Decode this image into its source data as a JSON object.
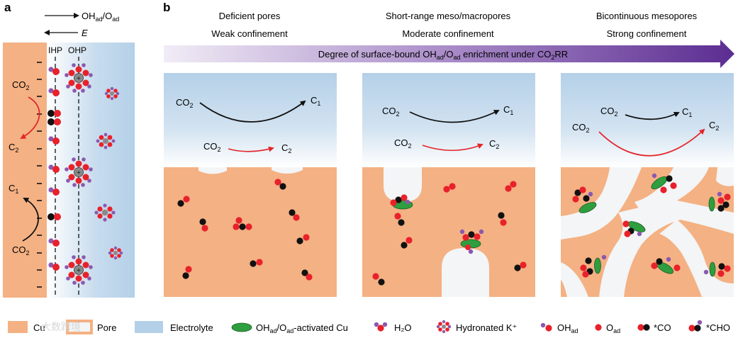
{
  "panel_a": {
    "label": "a",
    "legend_arrow1_main": "OH",
    "legend_arrow1_sub1": "ad",
    "legend_arrow1_sep": "/O",
    "legend_arrow1_sub2": "ad",
    "legend_arrow2": "E",
    "ihp": "IHP",
    "ohp": "OHP",
    "co2_top_main": "CO",
    "co2_top_sub": "2",
    "c2_main": "C",
    "c2_sub": "2",
    "c1_main": "C",
    "c1_sub": "1",
    "co2_bot_main": "CO",
    "co2_bot_sub": "2"
  },
  "panel_b": {
    "label": "b",
    "col1_line1": "Deficient pores",
    "col1_line2": "Weak confinement",
    "col2_line1": "Short-range meso/macropores",
    "col2_line2": "Moderate confinement",
    "col3_line1": "Bicontinuous mesopores",
    "col3_line2": "Strong confinement",
    "arrow_text_1": "Degree of surface-bound OH",
    "arrow_sub_1": "ad",
    "arrow_text_2": "/O",
    "arrow_sub_2": "ad",
    "arrow_text_3": " enrichment under CO",
    "arrow_sub_3": "2",
    "arrow_text_4": "RR",
    "co2_main": "CO",
    "co2_sub": "2",
    "c1_main": "C",
    "c1_sub": "1",
    "c2_main": "C",
    "c2_sub": "2"
  },
  "legend": {
    "cu": "Cu",
    "pore": "Pore",
    "electrolyte": "Electrolyte",
    "activated_main": "OH",
    "activated_sub1": "ad",
    "activated_sep": "/O",
    "activated_sub2": "ad",
    "activated_rest": "-activated Cu",
    "h2o": "H₂O",
    "hydronated": "Hydronated K⁺",
    "ohad_main": "OH",
    "ohad_sub": "ad",
    "oad_main": "O",
    "oad_sub": "ad",
    "co": "*CO",
    "cho": "*CHO",
    "watermark": "大数跨境"
  },
  "colors": {
    "cu": "#f4b183",
    "electrolyte": "#b4d0e8",
    "pore": "#f3f5f7",
    "oxygen": "#e8212a",
    "carbon": "#111111",
    "hydrogen": "#8b58b0",
    "activated": "#2e9e3f",
    "arrow_red": "#e3262b",
    "arrow_purple": "#5b2d91"
  }
}
